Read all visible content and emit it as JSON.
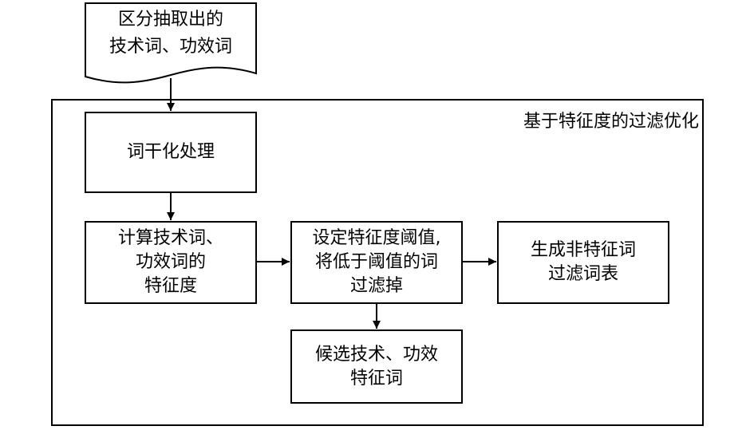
{
  "document": {
    "label": "区分抽取出的\n技术词、功效词"
  },
  "frame": {
    "title": "基于特征度的过滤优化"
  },
  "steps": {
    "preprocess": "词干化处理",
    "compute": "计算技术词、\n功效词的\n特征度",
    "threshold": "设定特征度阈值,\n将低于阈值的词\n过滤掉",
    "generate": "生成非特征词\n过滤词表",
    "candidates": "候选技术、功效\n特征词"
  }
}
